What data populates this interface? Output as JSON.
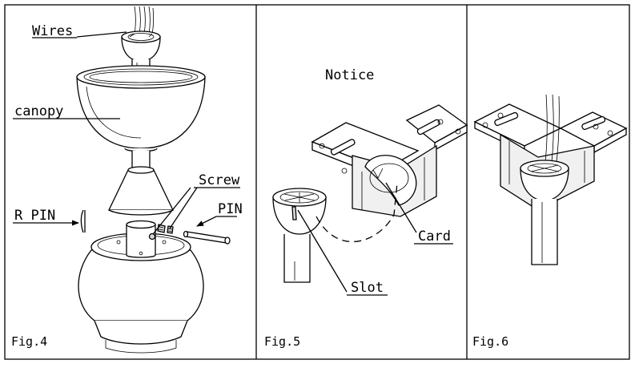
{
  "panels": [
    {
      "caption": "Fig.4",
      "labels": {
        "wires": "Wires",
        "canopy": "canopy",
        "screw": "Screw",
        "r_pin": "R PIN",
        "pin": "PIN"
      }
    },
    {
      "caption": "Fig.5",
      "labels": {
        "notice": "Notice",
        "card": "Card",
        "slot": "Slot"
      }
    },
    {
      "caption": "Fig.6",
      "labels": {}
    }
  ]
}
